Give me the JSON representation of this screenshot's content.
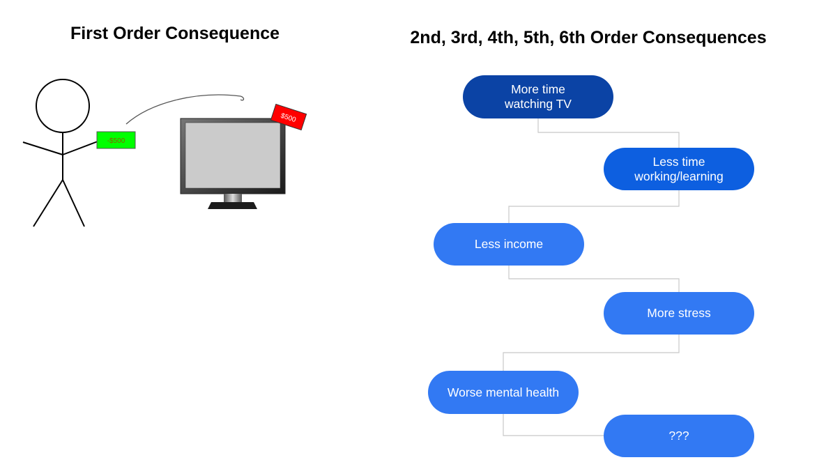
{
  "titles": {
    "first": "First Order Consequence",
    "later": "2nd, 3rd, 4th, 5th, 6th Order Consequences"
  },
  "illustration": {
    "cash_label": "-$500",
    "price_tag": "$500",
    "cash_color": "#00ff00",
    "price_tag_color": "#ff0000"
  },
  "flow": {
    "nodes": [
      {
        "label": "More time watching TV",
        "color": "#0b43a5"
      },
      {
        "label": "Less time working/learning",
        "color": "#0d5fe0"
      },
      {
        "label": "Less income",
        "color": "#3279f3"
      },
      {
        "label": "More stress",
        "color": "#3279f3"
      },
      {
        "label": "Worse mental health",
        "color": "#3279f3"
      },
      {
        "label": "???",
        "color": "#3279f3"
      }
    ],
    "connector_color": "#c8c8c8"
  }
}
